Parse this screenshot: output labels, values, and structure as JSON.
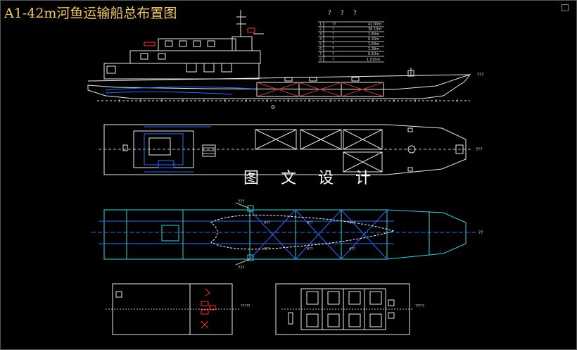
{
  "title": "A1-42m河鱼运输船总布置图",
  "watermark": "图 文 设 计",
  "table": {
    "headers": [
      "?",
      "?",
      "?"
    ],
    "rows": [
      {
        "col1": "1",
        "col2": "??",
        "col3": "42.00m"
      },
      {
        "col1": "2",
        "col2": "?",
        "col3": "36.10m"
      },
      {
        "col1": "3",
        "col2": "?",
        "col3": "1.80m"
      },
      {
        "col1": "4",
        "col2": "?",
        "col3": "0.30m"
      },
      {
        "col1": "5",
        "col2": "?",
        "col3": "1.84m"
      },
      {
        "col1": "6",
        "col2": "?",
        "col3": "1.38m"
      },
      {
        "col1": "7",
        "col2": "?",
        "col3": "0.50m"
      },
      {
        "col1": "8",
        "col2": "?",
        "col3": "1.016m"
      }
    ]
  },
  "labels": {
    "profile_right": "???",
    "plan_right": "???",
    "hold_plan_right": "??",
    "hold_top_tag": "???",
    "hold_bottom_tag": "???",
    "deck_section_left_caption": "?????",
    "deck_section_right_caption": "?????",
    "tank_labels": [
      "4??",
      "4??",
      "4??",
      "4??",
      "4??",
      "4??"
    ]
  },
  "colors": {
    "title": "#f0c96a",
    "hull_line": "#e8e8e8",
    "hold_cross": "#c0392b",
    "blue_line": "#2d6bff",
    "cyan_line": "#3fd0d8",
    "red_mark": "#ff3030"
  }
}
